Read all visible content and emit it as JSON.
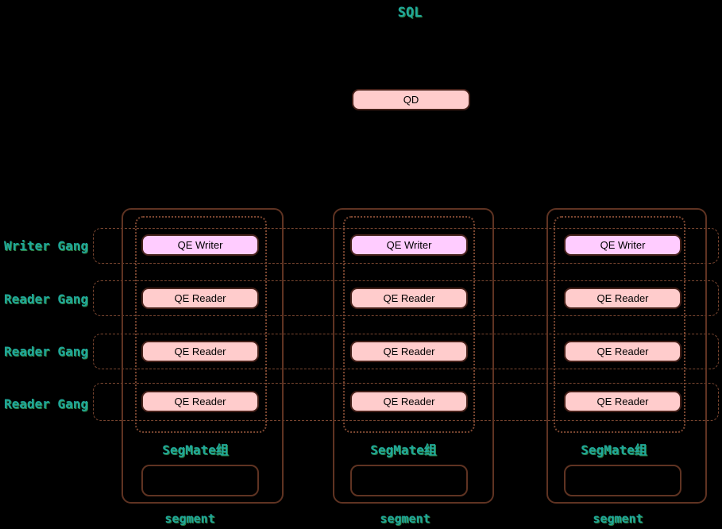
{
  "diagram": {
    "title": "SQL",
    "qd": {
      "label": "QD"
    },
    "gangs": [
      {
        "label": "Writer Gang"
      },
      {
        "label": "Reader Gang"
      },
      {
        "label": "Reader Gang"
      },
      {
        "label": "Reader Gang"
      }
    ],
    "columns": [
      {
        "boxes": [
          {
            "label": "QE Writer"
          },
          {
            "label": "QE Reader"
          },
          {
            "label": "QE Reader"
          },
          {
            "label": "QE Reader"
          }
        ],
        "segmate_label": "SegMate组",
        "segment_label": "segment"
      },
      {
        "boxes": [
          {
            "label": "QE Writer"
          },
          {
            "label": "QE Reader"
          },
          {
            "label": "QE Reader"
          },
          {
            "label": "QE Reader"
          }
        ],
        "segmate_label": "SegMate组",
        "segment_label": "segment"
      },
      {
        "boxes": [
          {
            "label": "QE Writer"
          },
          {
            "label": "QE Reader"
          },
          {
            "label": "QE Reader"
          },
          {
            "label": "QE Reader"
          }
        ],
        "segmate_label": "SegMate组",
        "segment_label": "segment"
      }
    ],
    "colors": {
      "background": "#000000",
      "writer_fill": "#ffccff",
      "reader_fill": "#ffcccc",
      "qd_fill": "#ffcccc",
      "box_border": "#45211a",
      "container_border": "#5f3322",
      "dashed_border": "#7a4630",
      "label_teal": "#1fa89a"
    }
  }
}
